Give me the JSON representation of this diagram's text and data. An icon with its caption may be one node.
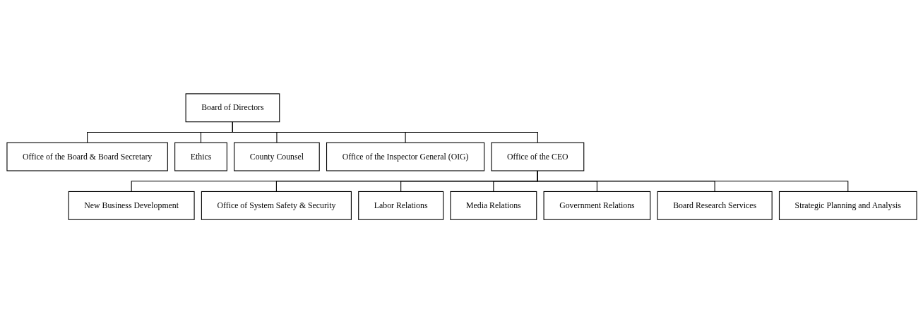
{
  "diagram": {
    "nodes": [
      {
        "text": [
          "Board of Directors"
        ]
      },
      {
        "text": [
          "Office of the Board & Board Secretary"
        ]
      },
      {
        "text": [
          "Ethics"
        ]
      },
      {
        "text": [
          "County Counsel"
        ]
      },
      {
        "text": [
          "Office of the Inspector General (OIG)"
        ]
      },
      {
        "text": [
          "Office of the CEO"
        ]
      },
      {
        "text": [
          "New Business Development"
        ]
      },
      {
        "text": [
          "Office of System Safety & Security"
        ]
      },
      {
        "text": [
          "Labor Relations"
        ]
      },
      {
        "text": [
          "Media Relations"
        ]
      },
      {
        "text": [
          "Government Relations"
        ]
      },
      {
        "text": [
          "Board Research Services"
        ]
      },
      {
        "text": [
          "Strategic Planning and Analysis"
        ]
      }
    ],
    "edges": [
      {
        "from": 0,
        "to": 1,
        "arrow": "none"
      },
      {
        "from": 0,
        "to": 2,
        "arrow": "none"
      },
      {
        "from": 0,
        "to": 3,
        "arrow": "none"
      },
      {
        "from": 0,
        "to": 4,
        "arrow": "none"
      },
      {
        "from": 0,
        "to": 5,
        "arrow": "none"
      },
      {
        "from": 5,
        "to": 6,
        "arrow": "none"
      },
      {
        "from": 5,
        "to": 7,
        "arrow": "none"
      },
      {
        "from": 5,
        "to": 8,
        "arrow": "none"
      },
      {
        "from": 5,
        "to": 9,
        "arrow": "none"
      },
      {
        "from": 5,
        "to": 10,
        "arrow": "none"
      },
      {
        "from": 5,
        "to": 11,
        "arrow": "none"
      },
      {
        "from": 5,
        "to": 12,
        "arrow": "none"
      }
    ]
  }
}
